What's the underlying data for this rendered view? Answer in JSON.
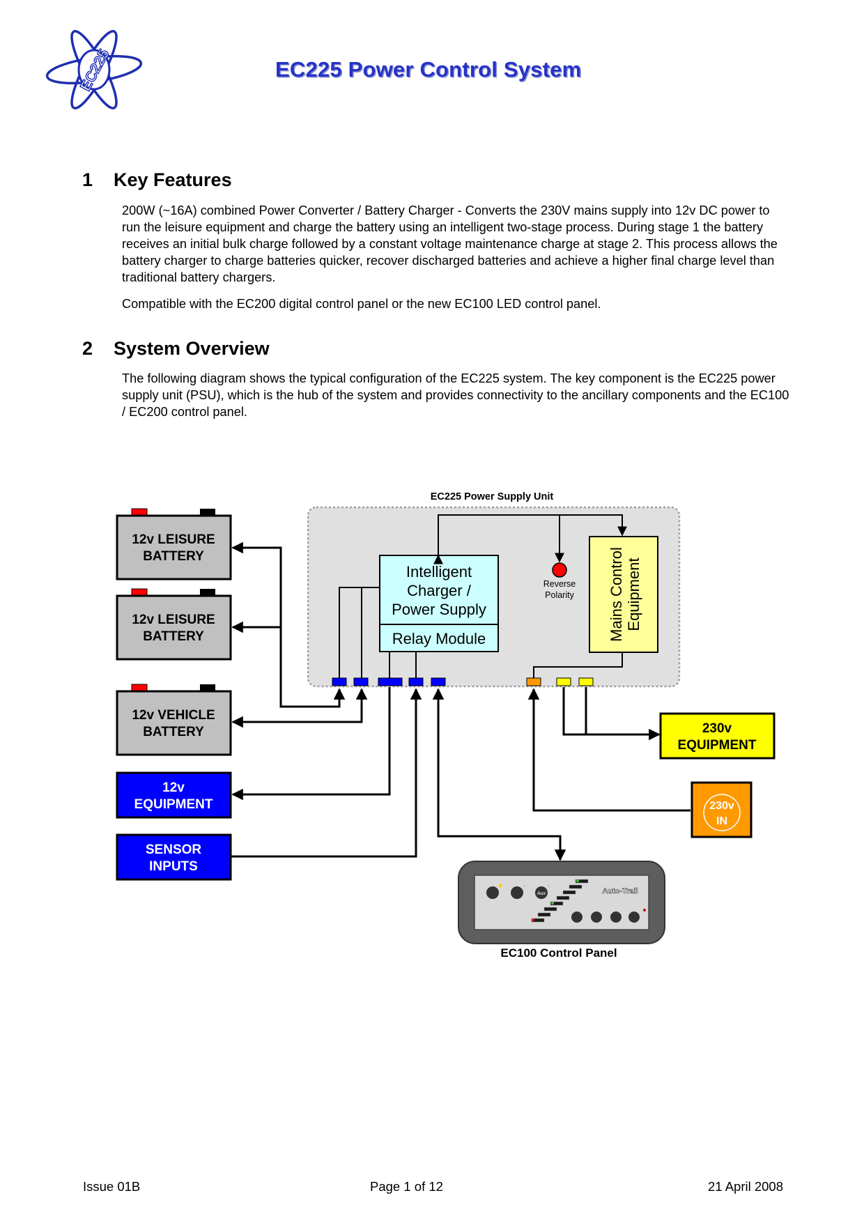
{
  "header": {
    "title": "EC225 Power Control System",
    "logo_text": "EC225"
  },
  "sections": [
    {
      "number": "1",
      "title": "Key Features",
      "paragraphs": [
        "200W (~16A) combined Power Converter / Battery Charger - Converts the 230V mains supply into 12v DC power to run the leisure equipment and charge the battery using an intelligent two-stage process. During stage 1 the battery receives an initial bulk charge followed by a constant voltage maintenance charge at stage 2. This process allows the battery charger to charge batteries quicker, recover discharged batteries and achieve a higher final charge level than traditional battery chargers.",
        "Compatible with the EC200 digital control panel or the new EC100 LED control panel."
      ]
    },
    {
      "number": "2",
      "title": "System Overview",
      "paragraphs": [
        "The following diagram shows the typical configuration of the EC225 system. The key component is the EC225 power supply unit (PSU), which is the hub of the system and provides connectivity to the ancillary components and the EC100 / EC200 control panel."
      ]
    }
  ],
  "diagram": {
    "psu_title": "EC225 Power Supply Unit",
    "leisure_battery_1": [
      "12v LEISURE",
      "BATTERY"
    ],
    "leisure_battery_2": [
      "12v LEISURE",
      "BATTERY"
    ],
    "vehicle_battery": [
      "12v VEHICLE",
      "BATTERY"
    ],
    "equipment_12v": [
      "12v",
      "EQUIPMENT"
    ],
    "sensor_inputs": [
      "SENSOR",
      "INPUTS"
    ],
    "charger": [
      "Intelligent",
      "Charger /",
      "Power Supply"
    ],
    "relay_module": "Relay Module",
    "reverse_polarity": [
      "Reverse",
      "Polarity"
    ],
    "mains_control": [
      "Mains Control",
      "Equipment"
    ],
    "equipment_230v": [
      "230v",
      "EQUIPMENT"
    ],
    "in_230v": [
      "230v",
      "IN"
    ],
    "panel_caption": "EC100 Control Panel",
    "panel_brand": "Auto-Trail",
    "panel_aux": "Aux",
    "colors": {
      "battery_fill": "#c0c0c0",
      "blue": "#0000ff",
      "charger_fill": "#ccffff",
      "mains_fill": "#ffff99",
      "yellow": "#ffff00",
      "orange": "#ff9900",
      "red": "#ff0000",
      "psu_fill": "#e0e0e0",
      "title_blue": "#2633c7"
    }
  },
  "footer": {
    "issue": "Issue 01B",
    "page": "Page 1 of 12",
    "date": "21 April 2008"
  }
}
